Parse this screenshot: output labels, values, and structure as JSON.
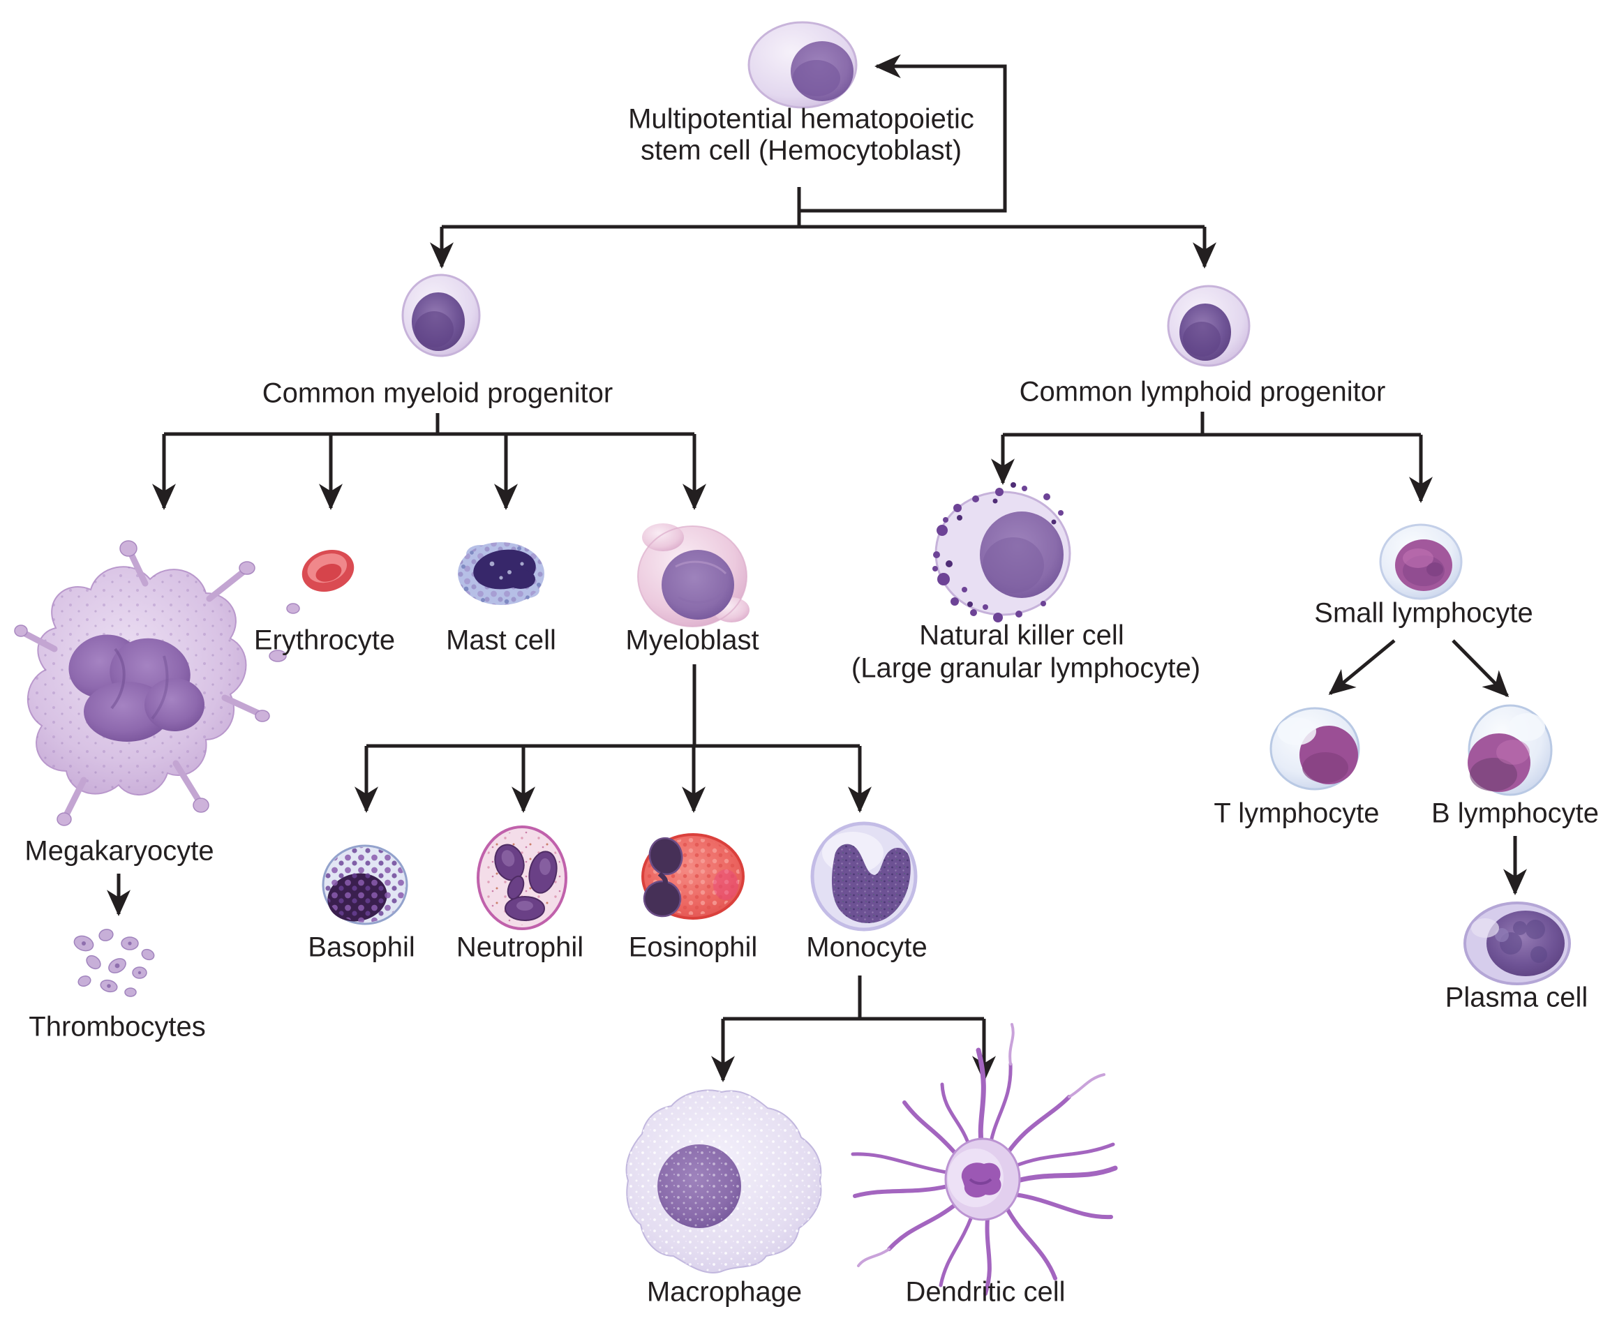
{
  "figure": {
    "background": "#ffffff",
    "line_color": "#231f20",
    "text_color": "#231f20"
  },
  "nodes": {
    "stem": {
      "line1": "Multipotential hematopoietic",
      "line2": "stem cell (Hemocytoblast)"
    },
    "myeloid_progenitor": {
      "label": "Common myeloid progenitor"
    },
    "lymphoid_progenitor": {
      "label": "Common lymphoid progenitor"
    },
    "megakaryocyte": {
      "label": "Megakaryocyte"
    },
    "thrombocytes": {
      "label": "Thrombocytes"
    },
    "erythrocyte": {
      "label": "Erythrocyte"
    },
    "mast_cell": {
      "label": "Mast cell"
    },
    "myeloblast": {
      "label": "Myeloblast"
    },
    "basophil": {
      "label": "Basophil"
    },
    "neutrophil": {
      "label": "Neutrophil"
    },
    "eosinophil": {
      "label": "Eosinophil"
    },
    "monocyte": {
      "label": "Monocyte"
    },
    "macrophage": {
      "label": "Macrophage"
    },
    "dendritic_cell": {
      "label": "Dendritic cell"
    },
    "natural_killer": {
      "line1": "Natural killer cell",
      "line2": "(Large granular lymphocyte)"
    },
    "small_lymphocyte": {
      "label": "Small lymphocyte"
    },
    "t_lymphocyte": {
      "label": "T lymphocyte"
    },
    "b_lymphocyte": {
      "label": "B lymphocyte"
    },
    "plasma_cell": {
      "label": "Plasma cell"
    }
  },
  "edges": [
    {
      "from": "multipotential_stem",
      "to": "multipotential_stem",
      "type": "self_renewal_arrow"
    },
    {
      "from": "multipotential_stem",
      "to": "common_myeloid_progenitor"
    },
    {
      "from": "multipotential_stem",
      "to": "common_lymphoid_progenitor"
    },
    {
      "from": "common_myeloid_progenitor",
      "to": "megakaryocyte"
    },
    {
      "from": "common_myeloid_progenitor",
      "to": "erythrocyte"
    },
    {
      "from": "common_myeloid_progenitor",
      "to": "mast_cell"
    },
    {
      "from": "common_myeloid_progenitor",
      "to": "myeloblast"
    },
    {
      "from": "megakaryocyte",
      "to": "thrombocytes"
    },
    {
      "from": "myeloblast",
      "to": "basophil"
    },
    {
      "from": "myeloblast",
      "to": "neutrophil"
    },
    {
      "from": "myeloblast",
      "to": "eosinophil"
    },
    {
      "from": "myeloblast",
      "to": "monocyte"
    },
    {
      "from": "monocyte",
      "to": "macrophage"
    },
    {
      "from": "monocyte",
      "to": "dendritic_cell"
    },
    {
      "from": "common_lymphoid_progenitor",
      "to": "natural_killer_cell"
    },
    {
      "from": "common_lymphoid_progenitor",
      "to": "small_lymphocyte"
    },
    {
      "from": "small_lymphocyte",
      "to": "t_lymphocyte"
    },
    {
      "from": "small_lymphocyte",
      "to": "b_lymphocyte"
    },
    {
      "from": "b_lymphocyte",
      "to": "plasma_cell"
    }
  ],
  "cell_colors": {
    "cytoplasm_lavender": "#e3d8ef",
    "nucleus_purple": "#8a6cab",
    "erythrocyte_red": "#dd4f55",
    "eosinophil_red": "#ec6a64",
    "basophil_granule_purple": "#7b4fa2",
    "mast_cell_dark_purple": "#37276a",
    "neutrophil_rim_magenta": "#c061ab",
    "lymphocyte_ice_blue": "#e8eef9",
    "lymphocyte_nucleus_magenta": "#a2589c",
    "dendritic_purple": "#a365bf",
    "megakaryocyte_lavender": "#d8c2e4",
    "plasma_nucleus_purple": "#6f5a9e"
  }
}
